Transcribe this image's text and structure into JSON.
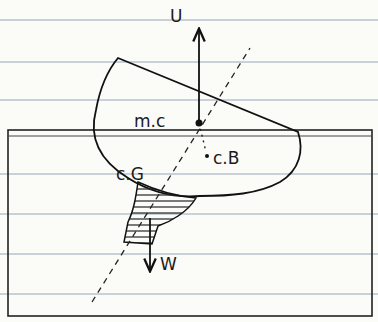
{
  "diagram": {
    "labels": [
      "U",
      "m.c",
      "c.B",
      "c.G",
      "W"
    ]
  }
}
